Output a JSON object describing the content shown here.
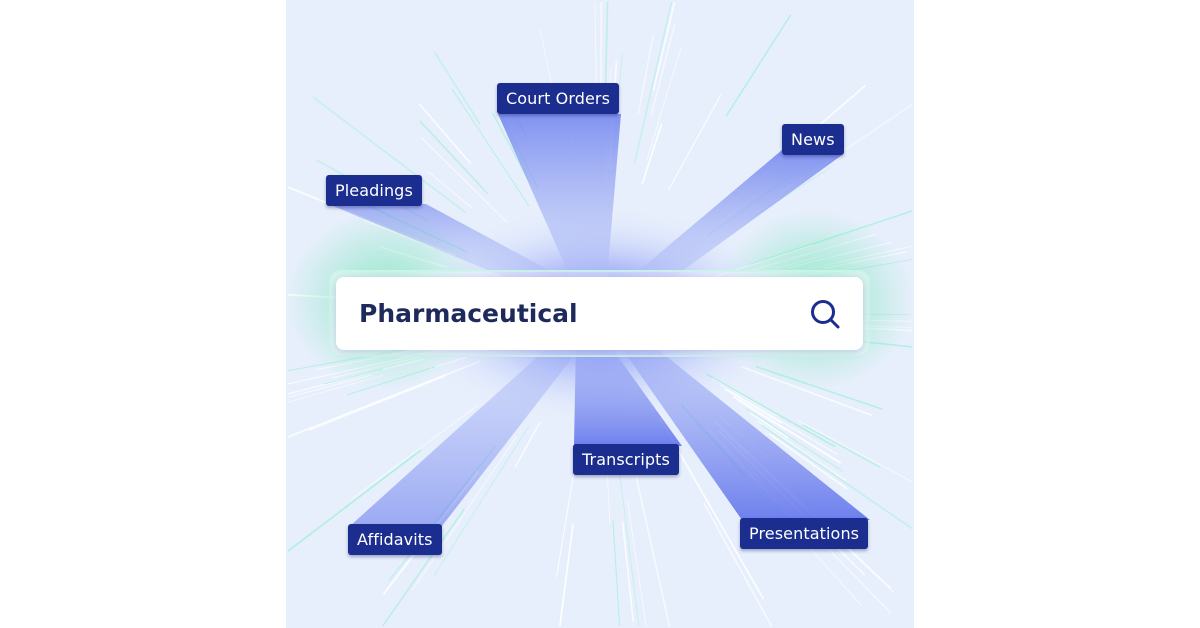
{
  "search": {
    "query": "Pharmaceutical",
    "icon": "search-icon"
  },
  "tags": [
    {
      "label": "Court Orders"
    },
    {
      "label": "News"
    },
    {
      "label": "Pleadings"
    },
    {
      "label": "Transcripts"
    },
    {
      "label": "Affidavits"
    },
    {
      "label": "Presentations"
    }
  ],
  "colors": {
    "background": "#e7effc",
    "tag": "#1b2d8f",
    "beam": "#5a6ff0",
    "glow": "#6be3b0",
    "text": "#1d2a5b"
  }
}
